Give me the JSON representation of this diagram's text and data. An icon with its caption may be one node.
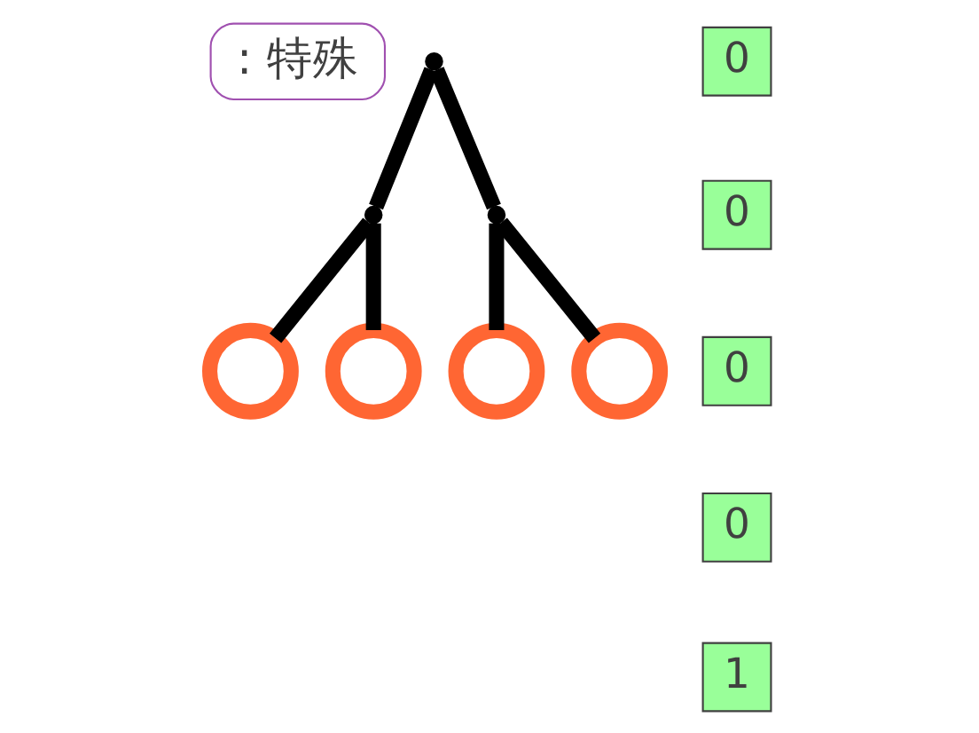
{
  "diagram": {
    "nodes": [
      {
        "text": [
          ": 特殊"
        ]
      },
      {
        "text": [],
        "shape": "point"
      },
      {
        "text": [],
        "shape": "point"
      },
      {
        "text": [],
        "shape": "point"
      },
      {
        "text": [],
        "shape": "circle"
      },
      {
        "text": [],
        "shape": "circle"
      },
      {
        "text": [],
        "shape": "circle"
      },
      {
        "text": [],
        "shape": "circle"
      },
      {
        "text": [
          "0"
        ]
      },
      {
        "text": [
          "0"
        ]
      },
      {
        "text": [
          "0"
        ]
      },
      {
        "text": [
          "0"
        ]
      },
      {
        "text": [
          "1"
        ]
      }
    ],
    "edges": [
      {
        "from": 1,
        "to": 2,
        "arrow": "none"
      },
      {
        "from": 1,
        "to": 3,
        "arrow": "none"
      },
      {
        "from": 2,
        "to": 4,
        "arrow": "none"
      },
      {
        "from": 2,
        "to": 5,
        "arrow": "none"
      },
      {
        "from": 3,
        "to": 6,
        "arrow": "none"
      },
      {
        "from": 3,
        "to": 7,
        "arrow": "none"
      }
    ]
  }
}
